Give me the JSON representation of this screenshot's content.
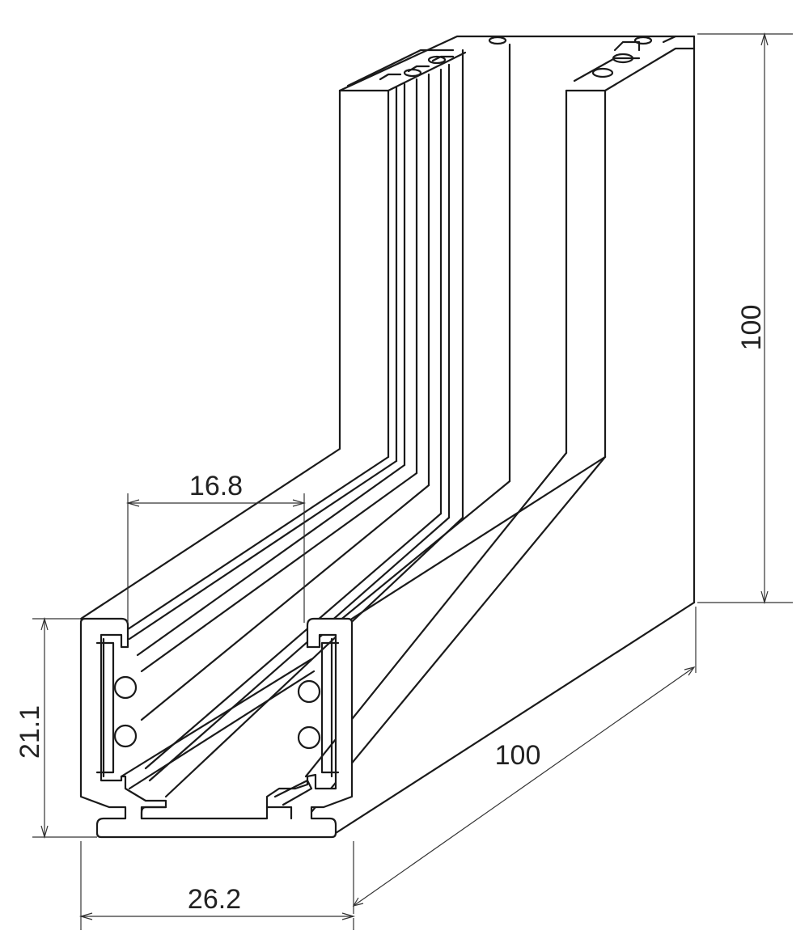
{
  "dimensions": {
    "vertical_height": "100",
    "horizontal_length": "100",
    "inner_width": "16.8",
    "profile_height": "21.1",
    "profile_width": "26.2"
  },
  "colors": {
    "line": "#1a1a1a",
    "background": "#ffffff"
  }
}
